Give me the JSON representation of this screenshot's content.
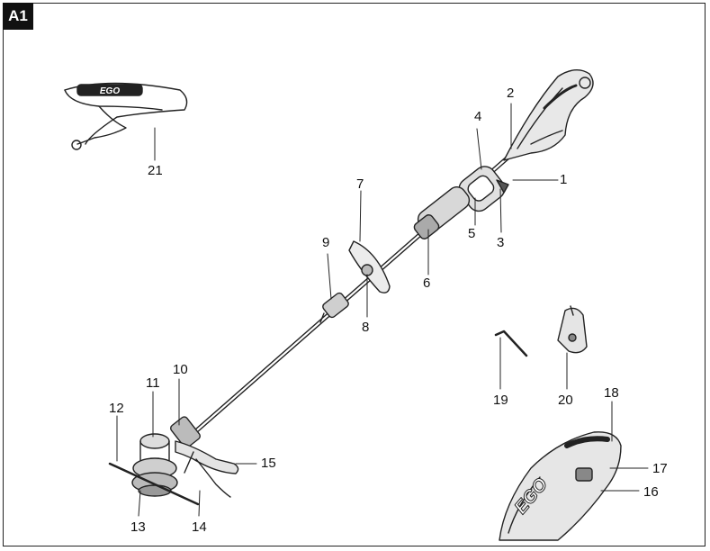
{
  "figure": {
    "tag": "A1"
  },
  "strap_logo": "EGO",
  "battery_logo": "EGO",
  "callouts": [
    {
      "id": "1",
      "text": "1"
    },
    {
      "id": "2",
      "text": "2"
    },
    {
      "id": "3",
      "text": "3"
    },
    {
      "id": "4",
      "text": "4"
    },
    {
      "id": "5",
      "text": "5"
    },
    {
      "id": "6",
      "text": "6"
    },
    {
      "id": "7",
      "text": "7"
    },
    {
      "id": "8",
      "text": "8"
    },
    {
      "id": "9",
      "text": "9"
    },
    {
      "id": "10",
      "text": "10"
    },
    {
      "id": "11",
      "text": "11"
    },
    {
      "id": "12",
      "text": "12"
    },
    {
      "id": "13",
      "text": "13"
    },
    {
      "id": "14",
      "text": "14"
    },
    {
      "id": "15",
      "text": "15"
    },
    {
      "id": "16",
      "text": "16"
    },
    {
      "id": "17",
      "text": "17"
    },
    {
      "id": "18",
      "text": "18"
    },
    {
      "id": "19",
      "text": "19"
    },
    {
      "id": "20",
      "text": "20"
    },
    {
      "id": "21",
      "text": "21"
    }
  ]
}
